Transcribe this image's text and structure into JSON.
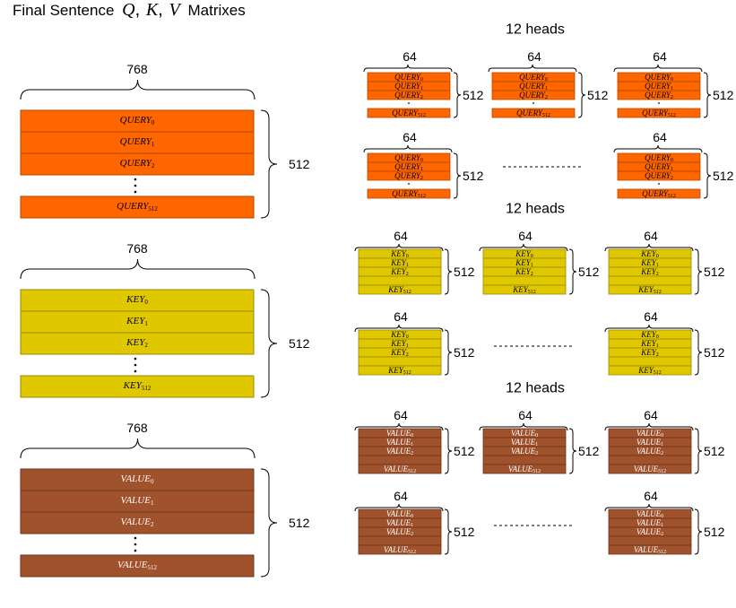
{
  "title": {
    "prefix": "Final Sentence",
    "q": "Q",
    "k": "K",
    "v": "V",
    "suffix": "Matrixes"
  },
  "colors": {
    "query_fill": "#FF6600",
    "query_stroke": "#B34700",
    "key_fill": "#E0C800",
    "key_stroke": "#9C8A00",
    "value_fill": "#A0522D",
    "value_stroke": "#6B3619",
    "value_text": "#ffffff",
    "dark_text": "#000000"
  },
  "dims": {
    "width_label": "768",
    "rows_label": "512",
    "head_width_label": "64",
    "heads_label": "12 heads"
  },
  "matrices": [
    {
      "id": "query",
      "rows": [
        {
          "base": "QUERY",
          "sub": "0"
        },
        {
          "base": "QUERY",
          "sub": "1"
        },
        {
          "base": "QUERY",
          "sub": "2"
        },
        {
          "base": "QUERY",
          "sub": "512"
        }
      ]
    },
    {
      "id": "key",
      "rows": [
        {
          "base": "KEY",
          "sub": "0"
        },
        {
          "base": "KEY",
          "sub": "1"
        },
        {
          "base": "KEY",
          "sub": "2"
        },
        {
          "base": "KEY",
          "sub": "512"
        }
      ]
    },
    {
      "id": "value",
      "rows": [
        {
          "base": "VALUE",
          "sub": "0"
        },
        {
          "base": "VALUE",
          "sub": "1"
        },
        {
          "base": "VALUE",
          "sub": "2"
        },
        {
          "base": "VALUE",
          "sub": "512"
        }
      ]
    }
  ]
}
